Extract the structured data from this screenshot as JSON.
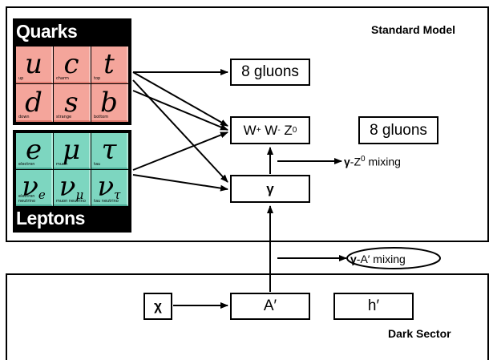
{
  "standard_model": {
    "title": "Standard Model",
    "quarks": {
      "heading": "Quarks",
      "tiles": [
        {
          "symbol": "u",
          "name": "up"
        },
        {
          "symbol": "c",
          "name": "charm"
        },
        {
          "symbol": "t",
          "name": "top"
        },
        {
          "symbol": "d",
          "name": "down"
        },
        {
          "symbol": "s",
          "name": "strange"
        },
        {
          "symbol": "b",
          "name": "bottom"
        }
      ]
    },
    "leptons": {
      "heading": "Leptons",
      "tiles": [
        {
          "symbol": "e",
          "sub": "",
          "name": "electron"
        },
        {
          "symbol": "μ",
          "sub": "",
          "name": "muon"
        },
        {
          "symbol": "τ",
          "sub": "",
          "name": "tau"
        },
        {
          "symbol": "ν",
          "sub": "e",
          "name": "electron neutrino"
        },
        {
          "symbol": "ν",
          "sub": "μ",
          "name": "muon neutrino"
        },
        {
          "symbol": "ν",
          "sub": "τ",
          "name": "tau neutrino"
        }
      ]
    },
    "gluons_box": "8 gluons",
    "weak_box": {
      "w_plus": "W",
      "w_plus_sup": "+",
      "w_minus": "W",
      "w_minus_sup": "-",
      "z": "Z",
      "z_sup": "0"
    },
    "gluons_box_right": "8 gluons",
    "photon_box": "γ",
    "mixing_label": {
      "gamma": "γ",
      "rest": "-Z",
      "sup": "0",
      "tail": " mixing"
    }
  },
  "dark_sector": {
    "title": "Dark Sector",
    "chi_box": "χ",
    "aprime_box": "A′",
    "hprime_box": "h′",
    "mixing_label": {
      "gamma": "γ",
      "rest": "-A′ mixing"
    }
  }
}
